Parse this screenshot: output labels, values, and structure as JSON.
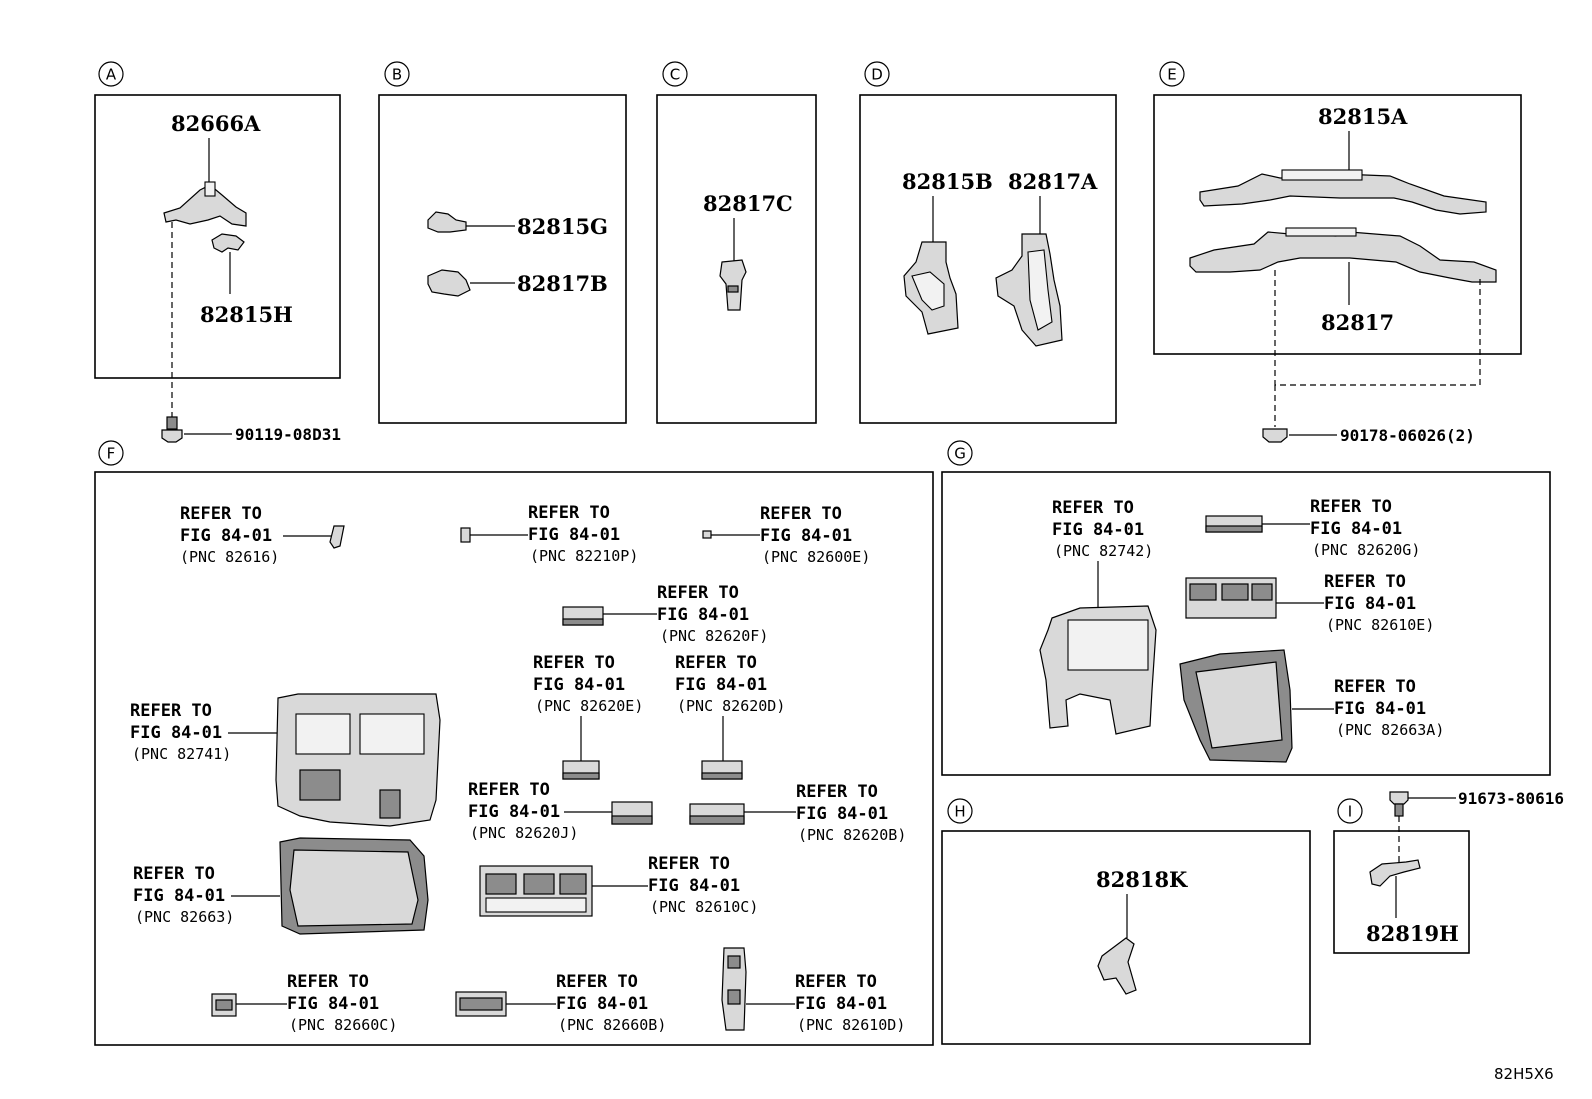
{
  "sections": {
    "A": "A",
    "B": "B",
    "C": "C",
    "D": "D",
    "E": "E",
    "F": "F",
    "G": "G",
    "H": "H",
    "I": "I"
  },
  "parts": {
    "p82666A": "82666A",
    "p82815H": "82815H",
    "p82815G": "82815G",
    "p82817B": "82817B",
    "p82817C": "82817C",
    "p82815B": "82815B",
    "p82817A": "82817A",
    "p82815A": "82815A",
    "p82817": "82817",
    "p82818K": "82818K",
    "p82819H": "82819H"
  },
  "fasteners": {
    "b1": "90119-08D31",
    "b2": "90178-06026(2)",
    "b3": "91673-80616"
  },
  "refer": {
    "line1": "REFER TO",
    "line2": "FIG 84-01"
  },
  "pnc": {
    "f1": "(PNC 82616)",
    "f2": "(PNC 82210P)",
    "f3": "(PNC 82600E)",
    "f4": "(PNC 82620F)",
    "f5": "(PNC 82620E)",
    "f6": "(PNC 82620D)",
    "f7": "(PNC 82741)",
    "f8": "(PNC 82620J)",
    "f9": "(PNC 82620B)",
    "f10": "(PNC 82663)",
    "f11": "(PNC 82610C)",
    "f12": "(PNC 82660C)",
    "f13": "(PNC 82660B)",
    "f14": "(PNC 82610D)",
    "g1": "(PNC 82742)",
    "g2": "(PNC 82620G)",
    "g3": "(PNC 82610E)",
    "g4": "(PNC 82663A)"
  },
  "diagram_code": "82H5X6"
}
